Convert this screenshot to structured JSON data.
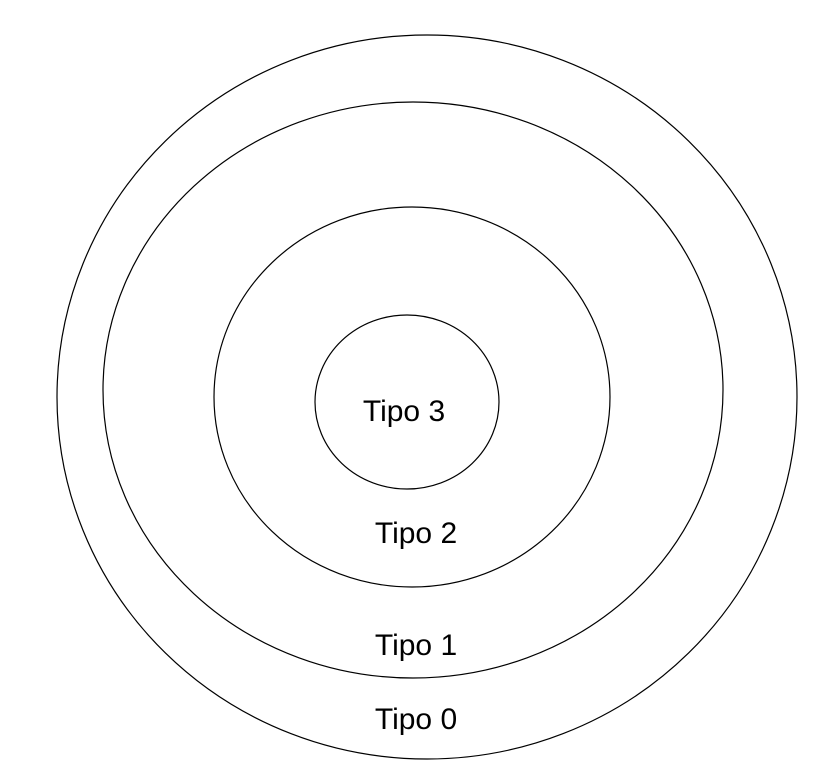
{
  "diagram": {
    "type": "nested-ellipses",
    "stroke_color": "#000000",
    "background_color": "#ffffff",
    "rings": [
      {
        "id": "tipo-0",
        "label": "Tipo 0"
      },
      {
        "id": "tipo-1",
        "label": "Tipo 1"
      },
      {
        "id": "tipo-2",
        "label": "Tipo 2"
      },
      {
        "id": "tipo-3",
        "label": "Tipo 3"
      }
    ]
  }
}
